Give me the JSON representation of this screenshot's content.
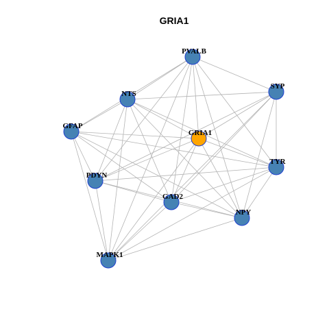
{
  "title": "GRIA1",
  "colors": {
    "node": "#4682b4",
    "center_node": "#ffa500",
    "node_border": "#1f3fcf",
    "edge": "#b3b3b3"
  },
  "nodes": [
    {
      "id": "PVALB",
      "label": "PVALB",
      "center": false
    },
    {
      "id": "SYP",
      "label": "SYP",
      "center": false
    },
    {
      "id": "NTS",
      "label": "NTS",
      "center": false
    },
    {
      "id": "GFAP",
      "label": "GFAP",
      "center": false
    },
    {
      "id": "GRIA1",
      "label": "GRIA1",
      "center": true
    },
    {
      "id": "TYR",
      "label": "TYR",
      "center": false
    },
    {
      "id": "PDYN",
      "label": "PDYN",
      "center": false
    },
    {
      "id": "GAD2",
      "label": "GAD2",
      "center": false
    },
    {
      "id": "NPY",
      "label": "NPY",
      "center": false
    },
    {
      "id": "MAPK1",
      "label": "MAPK1",
      "center": false
    }
  ],
  "edges": [
    [
      "PVALB",
      "SYP"
    ],
    [
      "PVALB",
      "NTS"
    ],
    [
      "PVALB",
      "GFAP"
    ],
    [
      "PVALB",
      "GRIA1"
    ],
    [
      "PVALB",
      "TYR"
    ],
    [
      "PVALB",
      "PDYN"
    ],
    [
      "PVALB",
      "GAD2"
    ],
    [
      "PVALB",
      "NPY"
    ],
    [
      "PVALB",
      "MAPK1"
    ],
    [
      "SYP",
      "NTS"
    ],
    [
      "SYP",
      "GRIA1"
    ],
    [
      "SYP",
      "TYR"
    ],
    [
      "SYP",
      "PDYN"
    ],
    [
      "SYP",
      "GAD2"
    ],
    [
      "SYP",
      "NPY"
    ],
    [
      "SYP",
      "MAPK1"
    ],
    [
      "NTS",
      "GFAP"
    ],
    [
      "NTS",
      "GRIA1"
    ],
    [
      "NTS",
      "TYR"
    ],
    [
      "NTS",
      "PDYN"
    ],
    [
      "NTS",
      "GAD2"
    ],
    [
      "NTS",
      "NPY"
    ],
    [
      "NTS",
      "MAPK1"
    ],
    [
      "GFAP",
      "GRIA1"
    ],
    [
      "GFAP",
      "TYR"
    ],
    [
      "GFAP",
      "PDYN"
    ],
    [
      "GFAP",
      "GAD2"
    ],
    [
      "GFAP",
      "NPY"
    ],
    [
      "GFAP",
      "MAPK1"
    ],
    [
      "GRIA1",
      "TYR"
    ],
    [
      "GRIA1",
      "PDYN"
    ],
    [
      "GRIA1",
      "GAD2"
    ],
    [
      "GRIA1",
      "NPY"
    ],
    [
      "GRIA1",
      "MAPK1"
    ],
    [
      "TYR",
      "PDYN"
    ],
    [
      "TYR",
      "GAD2"
    ],
    [
      "TYR",
      "NPY"
    ],
    [
      "TYR",
      "MAPK1"
    ],
    [
      "PDYN",
      "GAD2"
    ],
    [
      "PDYN",
      "NPY"
    ],
    [
      "PDYN",
      "MAPK1"
    ],
    [
      "GAD2",
      "NPY"
    ],
    [
      "GAD2",
      "MAPK1"
    ],
    [
      "NPY",
      "MAPK1"
    ]
  ]
}
